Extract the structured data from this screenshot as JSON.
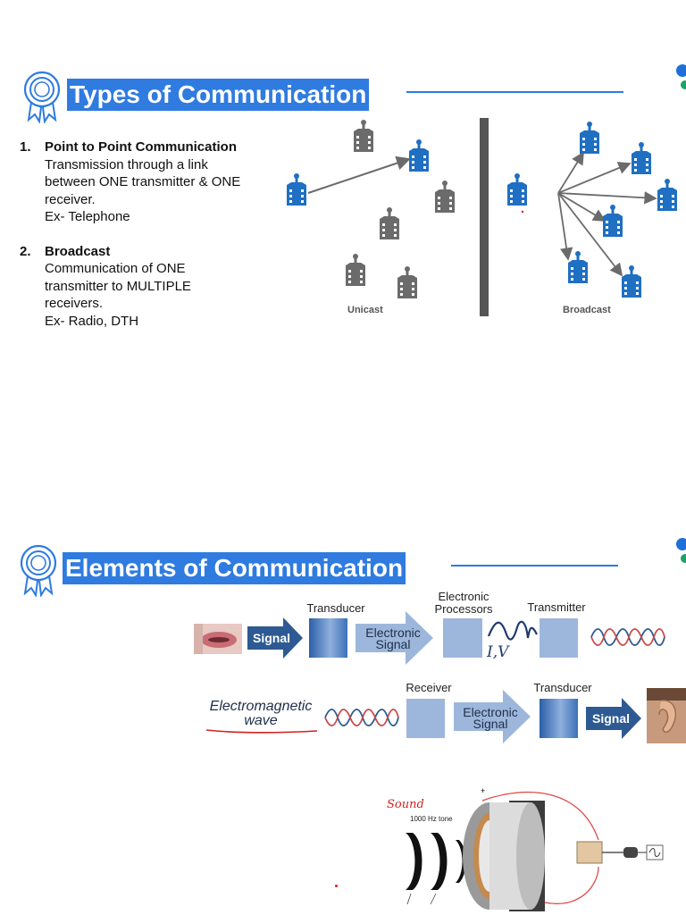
{
  "slide1": {
    "title": "Types of Communication",
    "items": [
      {
        "num": "1.",
        "head": "Point to Point Communication",
        "lines": [
          "Transmission through a link",
          "between ONE transmitter & ONE",
          "receiver.",
          "Ex- Telephone"
        ]
      },
      {
        "num": "2.",
        "head": "Broadcast",
        "lines": [
          "Communication of ONE",
          "transmitter to MULTIPLE",
          "receivers.",
          "Ex- Radio, DTH"
        ]
      }
    ],
    "diagram": {
      "left_caption": "Unicast",
      "right_caption": "Broadcast"
    }
  },
  "slide2": {
    "title": "Elements of Communication",
    "row1": {
      "signal_label": "Signal",
      "transducer_label": "Transducer",
      "electronic_signal_label": "Electronic Signal",
      "processors_label": "Electronic Processors",
      "iv_label": "I,V",
      "transmitter_label": "Transmitter"
    },
    "row2": {
      "em_wave_label": "Electromagnetic wave",
      "receiver_label": "Receiver",
      "electronic_signal_label": "Electronic Signal",
      "transducer_label": "Transducer",
      "signal_label": "Signal"
    },
    "speaker": {
      "sound_label": "Sound",
      "tone_label": "1000 Hz tone"
    }
  },
  "colors": {
    "title_bg": "#2f7be0",
    "node_blue": "#1f6fc2",
    "node_gray": "#6b6b6b",
    "block_fill": "#9db7dc",
    "arrow_dark": "#2e5a93"
  }
}
